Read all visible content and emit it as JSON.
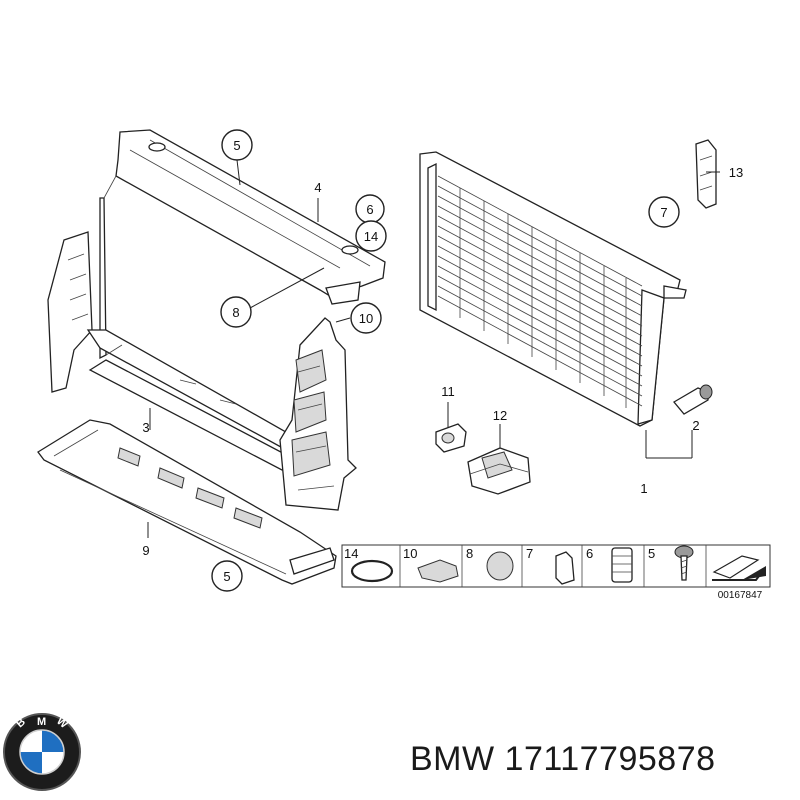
{
  "diagram": {
    "callouts": {
      "c5_top": "5",
      "c4": "4",
      "c6": "6",
      "c14": "14",
      "c8": "8",
      "c10": "10",
      "c3": "3",
      "c9": "9",
      "c5_bottom": "5",
      "c7": "7",
      "c13": "13",
      "c11": "11",
      "c12": "12",
      "c2": "2",
      "c1": "1"
    },
    "legend": {
      "items": [
        "14",
        "10",
        "8",
        "7",
        "6",
        "5"
      ],
      "reference_number": "00167847"
    }
  },
  "brand": {
    "logo_icon": "bmw-roundel-logo",
    "logo_letters": "BMW",
    "part_title": "BMW 17117795878"
  }
}
